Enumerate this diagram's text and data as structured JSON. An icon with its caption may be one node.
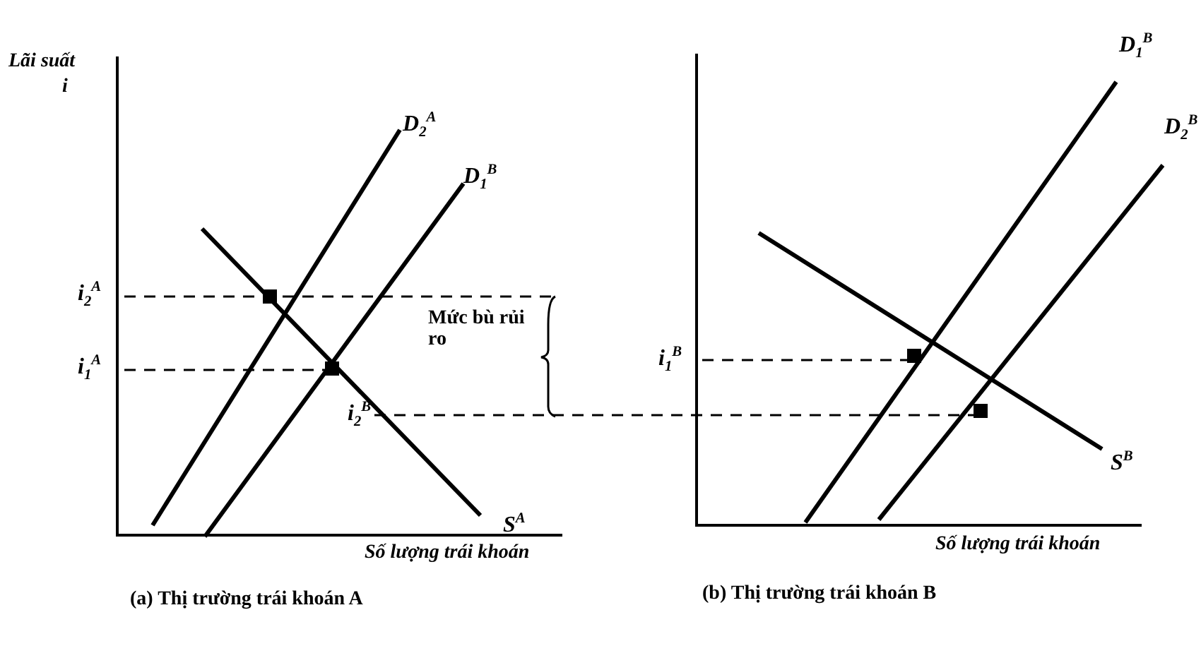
{
  "diagram": {
    "labels": [
      "Lãi suất",
      "i",
      "D$_{2}$$^{A}$",
      "D$_{1}$$^{B}$",
      "D$_{1}$$^{B}$",
      "D$_{2}$$^{B}$",
      "i$_{2}$$^{A}$",
      "Mức bù rủi ro",
      "i$_{1}$$^{A}$",
      "i$_{1}$$^{B}$",
      "i$_{2}$$^{B}$",
      "S$^{A}$",
      "S$^{B}$",
      "Số lượng trái khoán",
      "Số lượng trái khoán",
      "(a) Thị trường trái khoán A",
      "(b) Thị trường trái khoán B"
    ]
  }
}
